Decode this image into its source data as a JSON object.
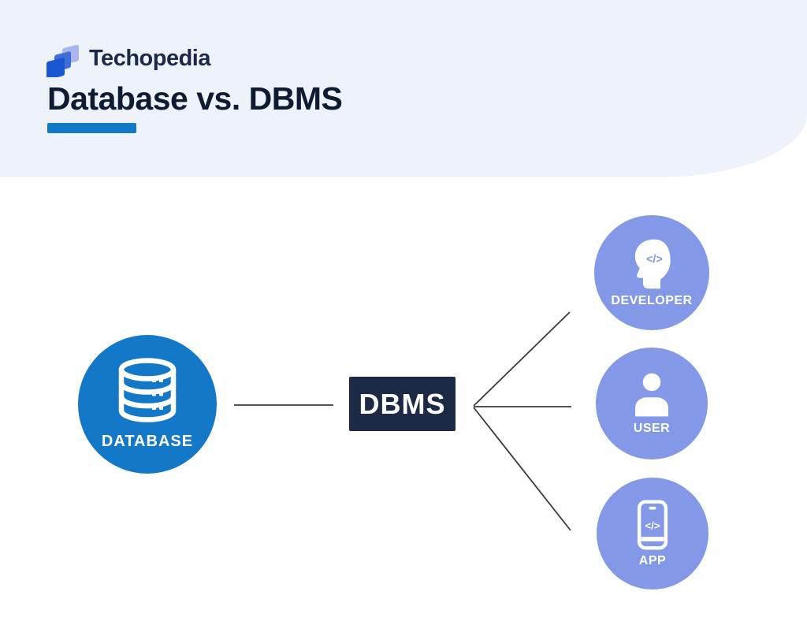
{
  "header": {
    "brand_name": "Techopedia",
    "title": "Database vs. DBMS",
    "background_color": "#edf2fb",
    "title_color": "#0d1b33",
    "accent_bar_color": "#1278c8",
    "logo_colors": {
      "front": "#1956d2",
      "middle": "#3f6edb",
      "back": "#aab7ee"
    }
  },
  "diagram": {
    "connector_color": "#3a3a3a",
    "source": {
      "label": "DATABASE",
      "fill_color": "#1478c8",
      "icon": "database-cylinder-icon"
    },
    "hub": {
      "label": "DBMS",
      "fill_color": "#1d2a46"
    },
    "targets": [
      {
        "label": "DEVELOPER",
        "fill_color": "#8399e8",
        "icon": "developer-head-code-icon"
      },
      {
        "label": "USER",
        "fill_color": "#8399e8",
        "icon": "user-person-icon"
      },
      {
        "label": "APP",
        "fill_color": "#8399e8",
        "icon": "app-phone-code-icon"
      }
    ],
    "code_glyph": "</>"
  }
}
